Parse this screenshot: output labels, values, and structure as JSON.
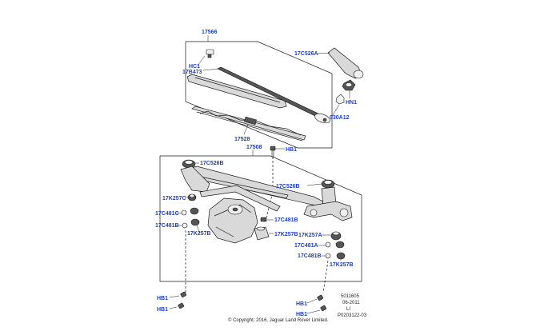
{
  "callouts": {
    "c17566": "17566",
    "c17C526A": "17C526A",
    "cHC1": "HC1",
    "c17B473": "17B473",
    "cHN1": "HN1",
    "c030A12": "030A12",
    "c17528": "17528",
    "c17508": "17508",
    "cHB1_top": "HB1",
    "c17C526B_left": "17C526B",
    "c17C526B_right": "17C526B",
    "c17K257C": "17K257C",
    "c17C481C": "17C481C",
    "c17C481B_left": "17C481B",
    "c17C481B_mid": "17C481B",
    "c17K257B_left": "17K257B",
    "c17K257B_mid": "17K257B",
    "c17K257A": "17K257A",
    "c17C481A": "17C481A",
    "c17C481B_right": "17C481B",
    "c17K257B_right": "17K257B",
    "cHB1_bl1": "HB1",
    "cHB1_bl2": "HB1",
    "cHB1_br1": "HB1",
    "cHB1_br2": "HB1"
  },
  "meta": {
    "ref1": "5011605",
    "ref2": "06-2011",
    "ref3": "LI",
    "ref4": "P0203122-03",
    "copyright": "© Copyright, 2016, Jaguar Land Rover Limited."
  }
}
